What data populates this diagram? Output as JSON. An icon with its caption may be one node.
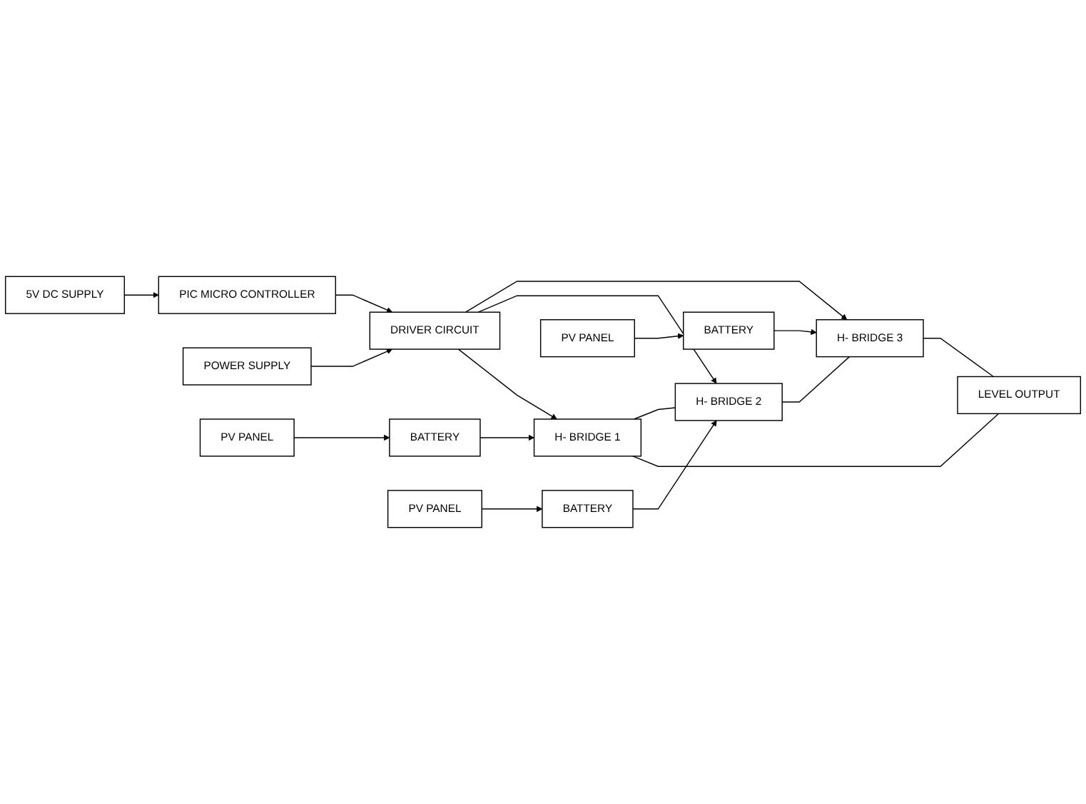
{
  "diagram": {
    "nodes": [
      {
        "text": [
          "PV PANEL"
        ]
      },
      {
        "text": [
          "BATTERY"
        ]
      },
      {
        "text": [
          "H- BRIDGE 1"
        ]
      },
      {
        "text": [
          "LEVEL OUTPUT"
        ]
      },
      {
        "text": [
          "PV PANEL"
        ]
      },
      {
        "text": [
          "BATTERY"
        ]
      },
      {
        "text": [
          "H- BRIDGE 2"
        ]
      },
      {
        "text": [
          "PV PANEL"
        ]
      },
      {
        "text": [
          "BATTERY"
        ]
      },
      {
        "text": [
          "H- BRIDGE 3"
        ]
      },
      {
        "text": [
          "POWER SUPPLY"
        ]
      },
      {
        "text": [
          "DRIVER CIRCUIT"
        ]
      },
      {
        "text": [
          "5V DC SUPPLY"
        ]
      },
      {
        "text": [
          "PIC MICRO CONTROLLER"
        ]
      }
    ],
    "edges": [
      {
        "from": 0,
        "to": 1,
        "arrow": "to"
      },
      {
        "from": 1,
        "to": 2,
        "arrow": "to"
      },
      {
        "from": 4,
        "to": 5,
        "arrow": "to"
      },
      {
        "from": 5,
        "to": 6,
        "arrow": "to"
      },
      {
        "from": 7,
        "to": 8,
        "arrow": "to"
      },
      {
        "from": 8,
        "to": 9,
        "arrow": "to"
      },
      {
        "from": 2,
        "to": 3,
        "arrow": "none"
      },
      {
        "from": 2,
        "to": 6,
        "arrow": "none"
      },
      {
        "from": 6,
        "to": 9,
        "arrow": "none"
      },
      {
        "from": 9,
        "to": 3,
        "arrow": "none"
      },
      {
        "from": 11,
        "to": 2,
        "arrow": "to"
      },
      {
        "from": 11,
        "to": 6,
        "arrow": "to"
      },
      {
        "from": 11,
        "to": 9,
        "arrow": "to"
      },
      {
        "from": 10,
        "to": 11,
        "arrow": "to"
      },
      {
        "from": 12,
        "to": 13,
        "arrow": "to"
      },
      {
        "from": 13,
        "to": 11,
        "arrow": "to"
      }
    ]
  }
}
